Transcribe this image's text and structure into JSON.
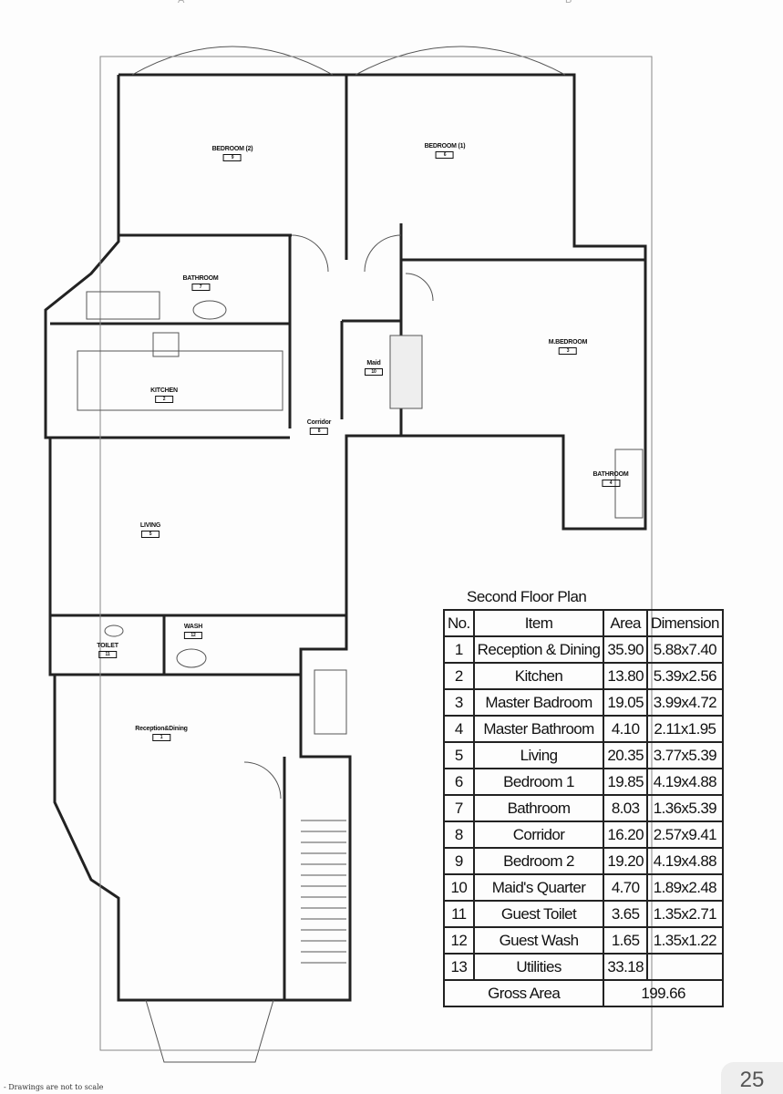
{
  "grid_labels": [
    "A",
    "B"
  ],
  "rooms": [
    {
      "name": "BEDROOM (2)",
      "no": "9"
    },
    {
      "name": "BEDROOM (1)",
      "no": "6"
    },
    {
      "name": "BATHROOM",
      "no": "7"
    },
    {
      "name": "M.BEDROOM",
      "no": "3"
    },
    {
      "name": "Maid",
      "no": "10"
    },
    {
      "name": "KITCHEN",
      "no": "2"
    },
    {
      "name": "Corridor",
      "no": "8"
    },
    {
      "name": "BATHROOM",
      "no": "4"
    },
    {
      "name": "LIVING",
      "no": "5"
    },
    {
      "name": "TOILET",
      "no": "11"
    },
    {
      "name": "WASH",
      "no": "12"
    },
    {
      "name": "Reception&Dining",
      "no": "1"
    }
  ],
  "schedule": {
    "title": "Second Floor Plan",
    "headers": [
      "No.",
      "Item",
      "Area",
      "Dimension"
    ],
    "rows": [
      [
        "1",
        "Reception & Dining",
        "35.90",
        "5.88x7.40"
      ],
      [
        "2",
        "Kitchen",
        "13.80",
        "5.39x2.56"
      ],
      [
        "3",
        "Master Badroom",
        "19.05",
        "3.99x4.72"
      ],
      [
        "4",
        "Master Bathroom",
        "4.10",
        "2.11x1.95"
      ],
      [
        "5",
        "Living",
        "20.35",
        "3.77x5.39"
      ],
      [
        "6",
        "Bedroom 1",
        "19.85",
        "4.19x4.88"
      ],
      [
        "7",
        "Bathroom",
        "8.03",
        "1.36x5.39"
      ],
      [
        "8",
        "Corridor",
        "16.20",
        "2.57x9.41"
      ],
      [
        "9",
        "Bedroom 2",
        "19.20",
        "4.19x4.88"
      ],
      [
        "10",
        "Maid's Quarter",
        "4.70",
        "1.89x2.48"
      ],
      [
        "11",
        "Guest Toilet",
        "3.65",
        "1.35x2.71"
      ],
      [
        "12",
        "Guest Wash",
        "1.65",
        "1.35x1.22"
      ],
      [
        "13",
        "Utilities",
        "33.18",
        ""
      ]
    ],
    "gross_label": "Gross Area",
    "gross_value": "199.66"
  },
  "footer_note": "- Drawings are not to scale",
  "page_number": "25"
}
